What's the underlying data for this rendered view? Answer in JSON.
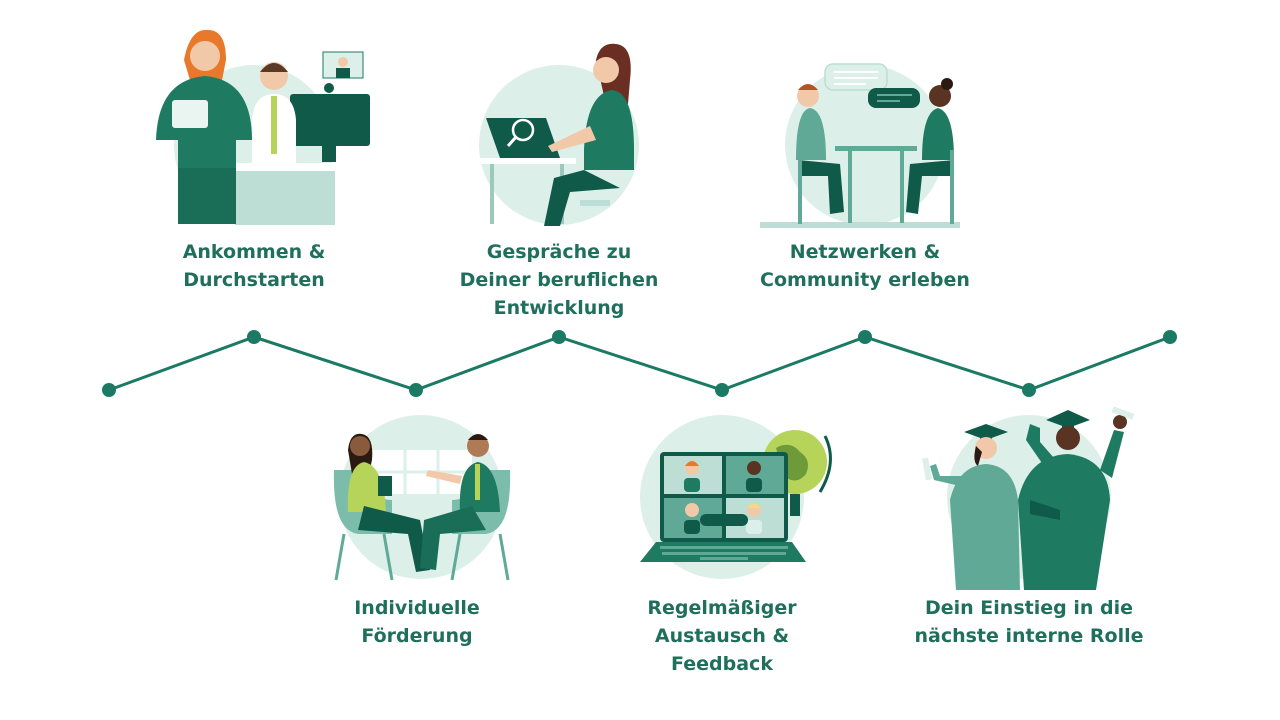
{
  "colors": {
    "primary": "#1f7a62",
    "dark": "#0f5a48",
    "light_circle": "#dcefe9",
    "mid": "#5fa996",
    "skin": "#f2c9a8",
    "hair_orange": "#e8792b",
    "accent_lime": "#b6d35a",
    "text": "#1f6f5c",
    "line": "#1a7a64"
  },
  "steps": [
    {
      "label": "Ankommen &\nDurchstarten",
      "icon": "onboarding-illustration"
    },
    {
      "label": "Gespräche zu\nDeiner beruflichen\nEntwicklung",
      "icon": "career-talk-illustration"
    },
    {
      "label": "Netzwerken &\nCommunity erleben",
      "icon": "networking-illustration"
    },
    {
      "label": "Individuelle\nFörderung",
      "icon": "coaching-illustration"
    },
    {
      "label": "Regelmäßiger\nAustausch &\nFeedback",
      "icon": "video-call-illustration"
    },
    {
      "label": "Dein Einstieg in die\nnächste interne Rolle",
      "icon": "graduation-illustration"
    }
  ]
}
